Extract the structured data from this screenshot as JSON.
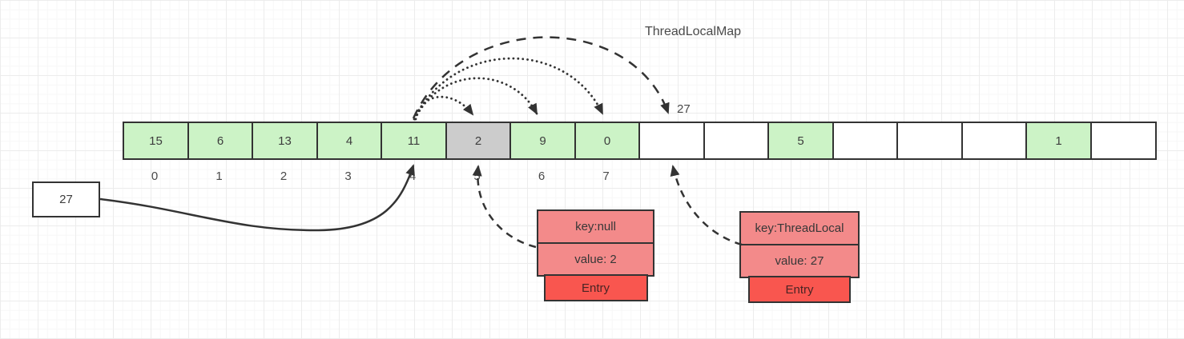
{
  "title": "ThreadLocalMap",
  "array": {
    "cells": [
      {
        "value": "15",
        "fill": "green",
        "index_label": "0"
      },
      {
        "value": "6",
        "fill": "green",
        "index_label": "1"
      },
      {
        "value": "13",
        "fill": "green",
        "index_label": "2"
      },
      {
        "value": "4",
        "fill": "green",
        "index_label": "3"
      },
      {
        "value": "11",
        "fill": "green",
        "index_label": "4"
      },
      {
        "value": "2",
        "fill": "gray",
        "index_label": "5"
      },
      {
        "value": "9",
        "fill": "green",
        "index_label": "6"
      },
      {
        "value": "0",
        "fill": "green",
        "index_label": "7"
      },
      {
        "value": "",
        "fill": "white",
        "index_label": ""
      },
      {
        "value": "",
        "fill": "white",
        "index_label": ""
      },
      {
        "value": "5",
        "fill": "green",
        "index_label": ""
      },
      {
        "value": "",
        "fill": "white",
        "index_label": ""
      },
      {
        "value": "",
        "fill": "white",
        "index_label": ""
      },
      {
        "value": "",
        "fill": "white",
        "index_label": ""
      },
      {
        "value": "1",
        "fill": "green",
        "index_label": ""
      },
      {
        "value": "",
        "fill": "white",
        "index_label": ""
      }
    ],
    "slot8_top_label": "27"
  },
  "pointer_box": {
    "value": "27"
  },
  "entries": [
    {
      "key_label": "key:null",
      "value_label": "value: 2",
      "footer_label": "Entry"
    },
    {
      "key_label": "key:ThreadLocal",
      "value_label": "value: 27",
      "footer_label": "Entry"
    }
  ],
  "colors": {
    "cell_green": "#ccf3c6",
    "cell_gray": "#cccccc",
    "cell_white": "#ffffff",
    "entry_section": "#f38a8a",
    "entry_footer": "#f9564f",
    "stroke": "#333333"
  }
}
